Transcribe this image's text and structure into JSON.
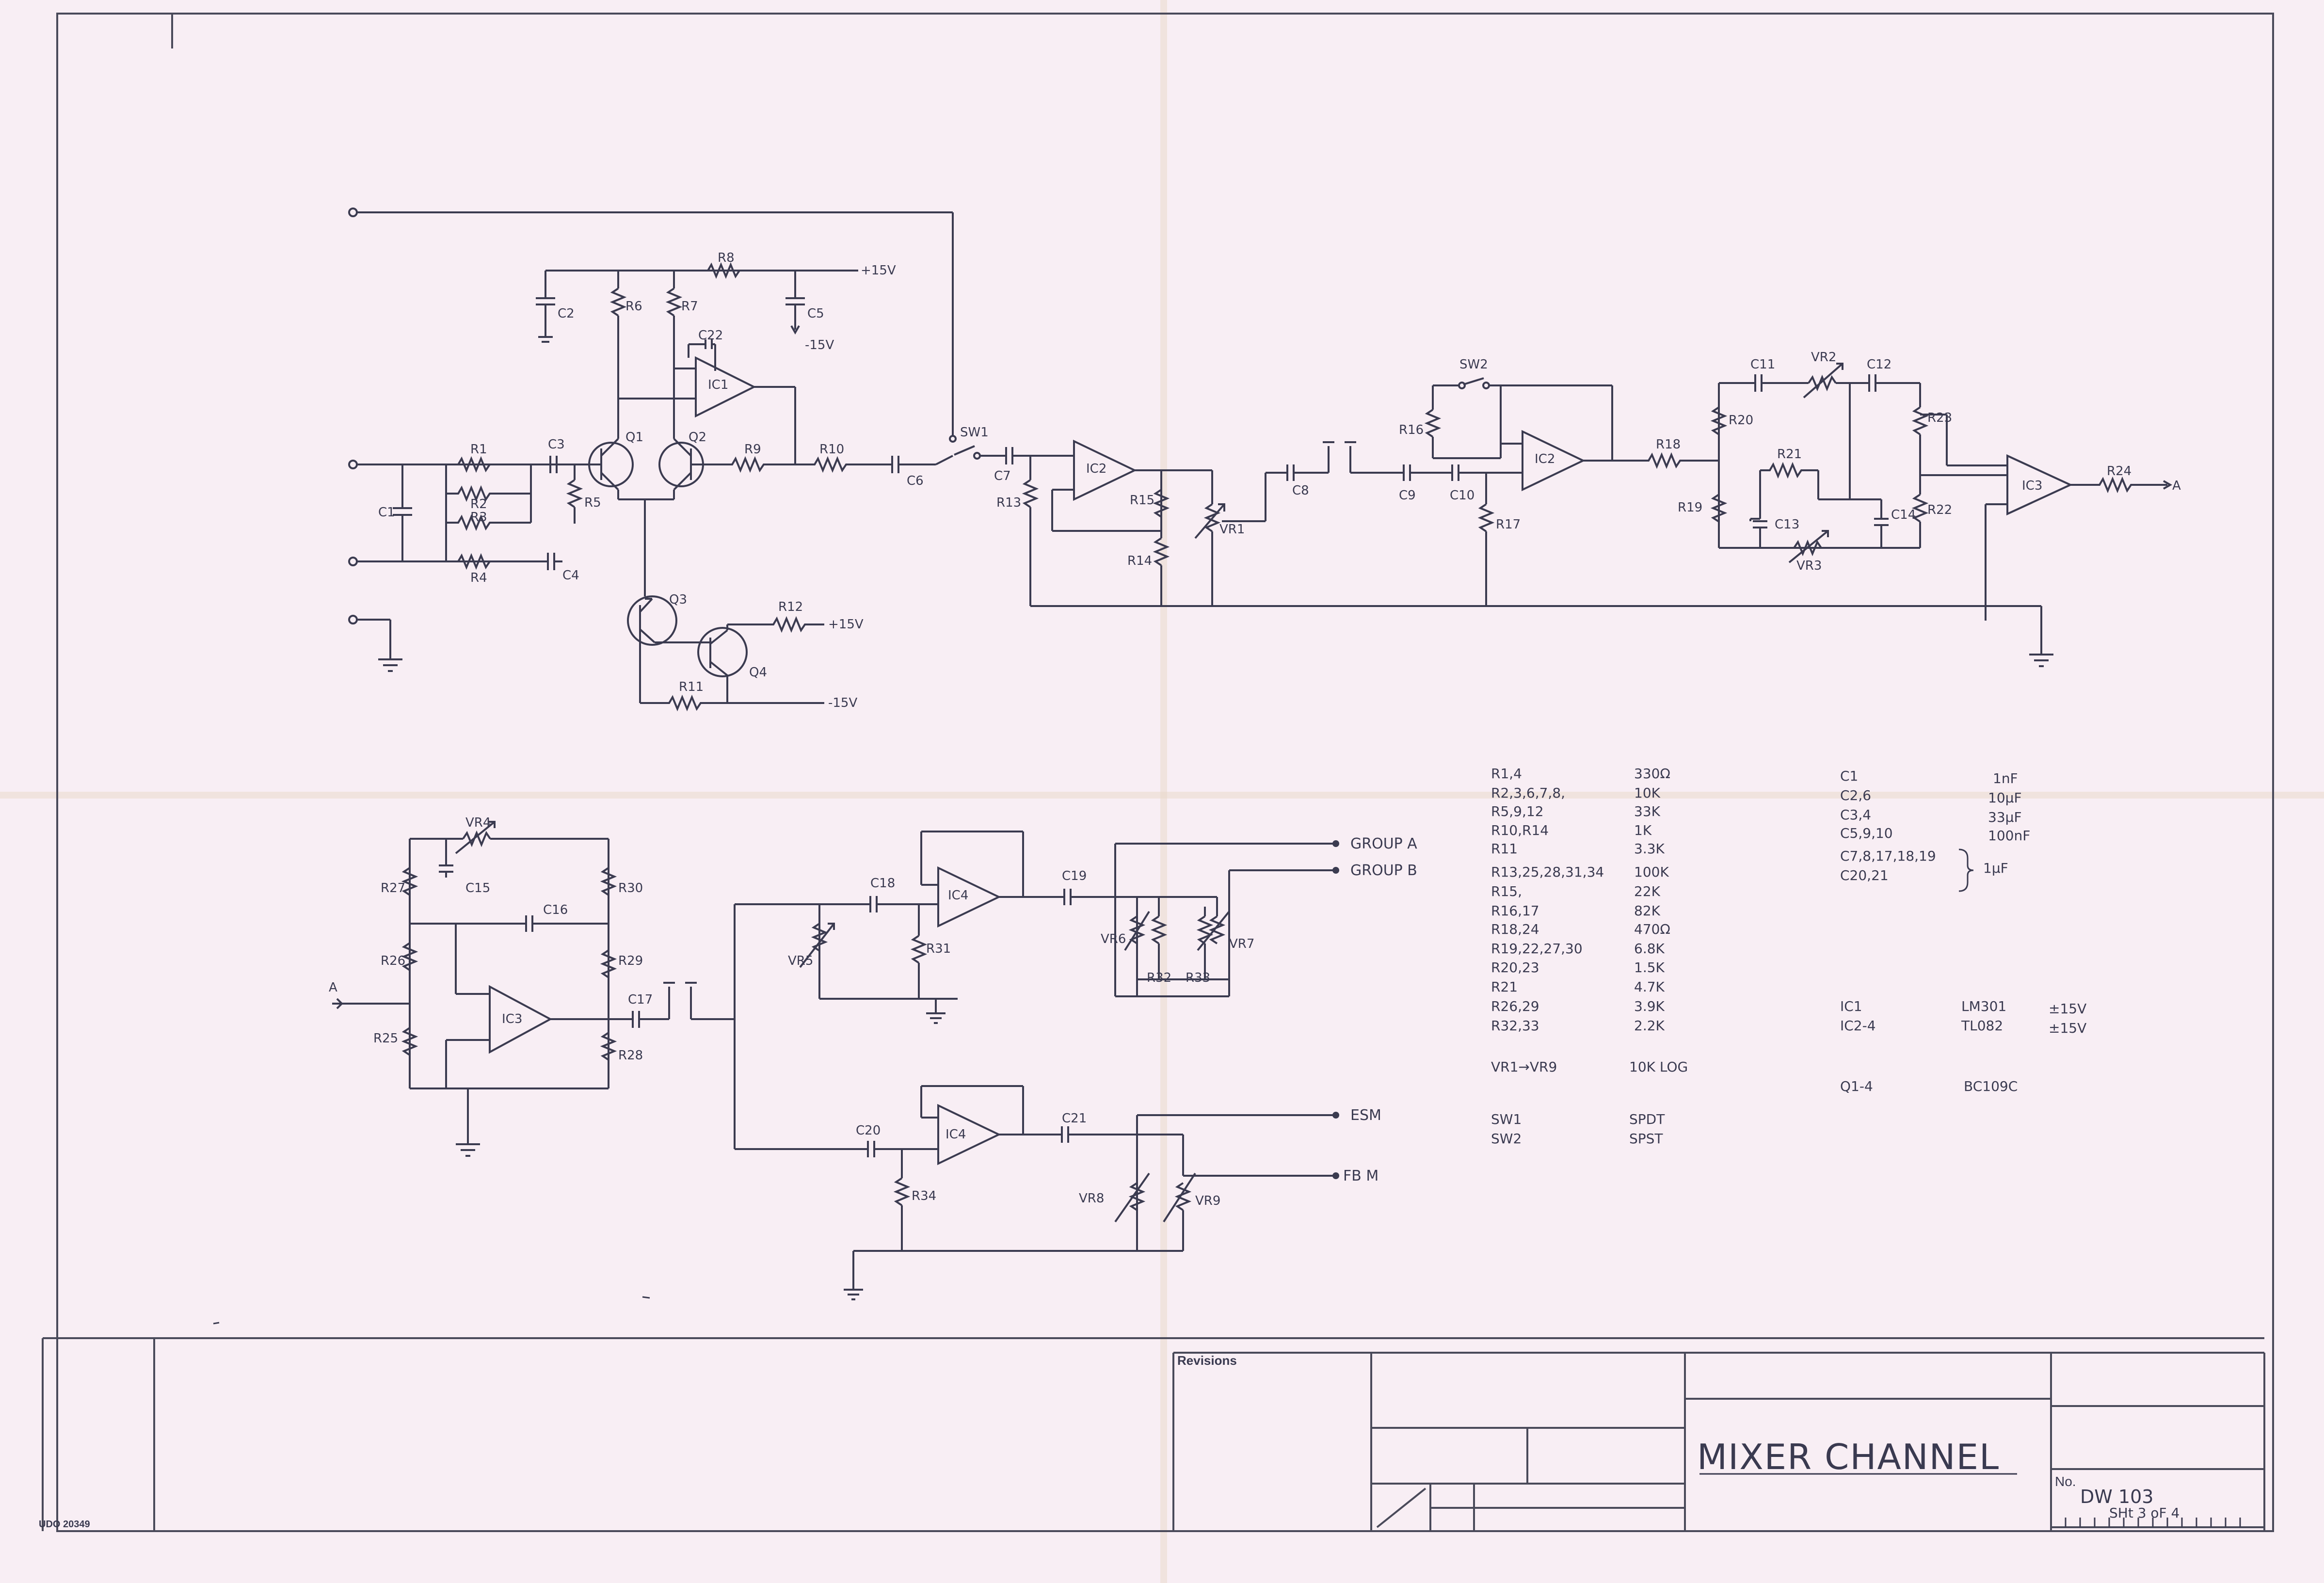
{
  "drawing": {
    "title": "MIXER CHANNEL",
    "number_label": "No.",
    "number": "DW 103",
    "sheet": "SHt 3 oF 4",
    "revisions_label": "Revisions",
    "stock_code": "UDO 20349"
  },
  "power": {
    "pos_15v": "+15V",
    "neg_15v": "-15V"
  },
  "outputs": {
    "group_a": "GROUP A",
    "group_b": "GROUP B",
    "esm": "ESM",
    "fbm": "FB M",
    "node_a": "A"
  },
  "labels": {
    "r1": "R1",
    "r2": "R2",
    "r3": "R3",
    "r4": "R4",
    "r5": "R5",
    "r6": "R6",
    "r7": "R7",
    "r8": "R8",
    "r9": "R9",
    "r10": "R10",
    "r11": "R11",
    "r12": "R12",
    "r13": "R13",
    "r14": "R14",
    "r15": "R15",
    "r16": "R16",
    "r17": "R17",
    "r18": "R18",
    "r19": "R19",
    "r20": "R20",
    "r21": "R21",
    "r22": "R22",
    "r23": "R23",
    "r24": "R24",
    "r25": "R25",
    "r26": "R26",
    "r27": "R27",
    "r28": "R28",
    "r29": "R29",
    "r30": "R30",
    "r31": "R31",
    "r32": "R32",
    "r33": "R33",
    "r34": "R34",
    "c1": "C1",
    "c2": "C2",
    "c3": "C3",
    "c4": "C4",
    "c5": "C5",
    "c6": "C6",
    "c7": "C7",
    "c8": "C8",
    "c9": "C9",
    "c10": "C10",
    "c11": "C11",
    "c12": "C12",
    "c13": "C13",
    "c14": "C14",
    "c15": "C15",
    "c16": "C16",
    "c17": "C17",
    "c18": "C18",
    "c19": "C19",
    "c20": "C20",
    "c21": "C21",
    "c22": "C22",
    "q1": "Q1",
    "q2": "Q2",
    "q3": "Q3",
    "q4": "Q4",
    "ic1": "IC1",
    "ic2": "IC2",
    "ic3": "IC3",
    "ic4": "IC4",
    "vr1": "VR1",
    "vr2": "VR2",
    "vr3": "VR3",
    "vr4": "VR4",
    "vr5": "VR5",
    "vr6": "VR6",
    "vr7": "VR7",
    "vr8": "VR8",
    "vr9": "VR9",
    "sw1": "SW1",
    "sw2": "SW2"
  },
  "bom_resistors": [
    {
      "ref": "R1,4",
      "value": "330Ω"
    },
    {
      "ref": "R2,3,6,7,8,",
      "value": "10K"
    },
    {
      "ref": "R5,9,12",
      "value": "33K"
    },
    {
      "ref": "R10,R14",
      "value": "1K"
    },
    {
      "ref": "R11",
      "value": "3.3K"
    },
    {
      "ref": "R13,25,28,31,34",
      "value": "100K"
    },
    {
      "ref": "R15,",
      "value": "22K"
    },
    {
      "ref": "R16,17",
      "value": "82K"
    },
    {
      "ref": "R18,24",
      "value": "470Ω"
    },
    {
      "ref": "R19,22,27,30",
      "value": "6.8K"
    },
    {
      "ref": "R20,23",
      "value": "1.5K"
    },
    {
      "ref": "R21",
      "value": "4.7K"
    },
    {
      "ref": "R26,29",
      "value": "3.9K"
    },
    {
      "ref": "R32,33",
      "value": "2.2K"
    }
  ],
  "bom_pots": {
    "ref": "VR1→VR9",
    "value": "10K LOG"
  },
  "bom_switches": [
    {
      "ref": "SW1",
      "value": "SPDT"
    },
    {
      "ref": "SW2",
      "value": "SPST"
    }
  ],
  "bom_capacitors": [
    {
      "ref": "C1",
      "value": "1nF"
    },
    {
      "ref": "C2,6",
      "value": "10μF"
    },
    {
      "ref": "C3,4",
      "value": "33μF"
    },
    {
      "ref": "C5,9,10",
      "value": "100nF"
    },
    {
      "ref": "C7,8,17,18,19",
      "value": ""
    },
    {
      "ref": "C20,21",
      "value": ""
    }
  ],
  "bom_cap_group_value": "1μF",
  "bom_ics": [
    {
      "ref": "IC1",
      "value": "LM301",
      "supply": "±15V"
    },
    {
      "ref": "IC2-4",
      "value": "TL082",
      "supply": "±15V"
    }
  ],
  "bom_transistors": {
    "ref": "Q1-4",
    "value": "BC109C"
  }
}
